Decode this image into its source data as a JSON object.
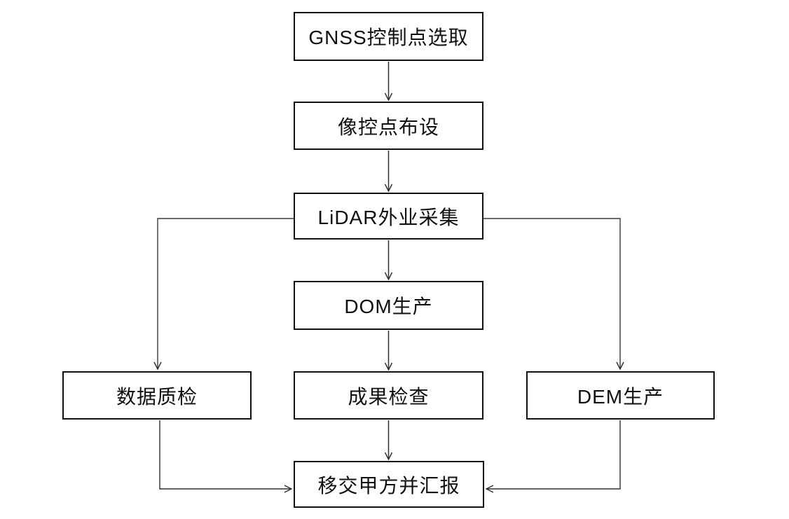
{
  "diagram": {
    "type": "flowchart",
    "background_color": "#ffffff",
    "node_border_color": "#111111",
    "node_fill_color": "#ffffff",
    "text_color": "#111111",
    "connector_color": "#3a3a3a",
    "nodes": [
      {
        "id": "gnss-control-point-selection",
        "label": "GNSS控制点选取"
      },
      {
        "id": "image-control-point-layout",
        "label": "像控点布设"
      },
      {
        "id": "lidar-field-collection",
        "label": "LiDAR外业采集"
      },
      {
        "id": "dom-production",
        "label": "DOM生产"
      },
      {
        "id": "data-quality-check",
        "label": "数据质检"
      },
      {
        "id": "result-inspection",
        "label": "成果检查"
      },
      {
        "id": "dem-production",
        "label": "DEM生产"
      },
      {
        "id": "handover-to-client-and-report",
        "label": "移交甲方并汇报"
      }
    ],
    "edges": [
      {
        "from": "GNSS控制点选取",
        "to": "像控点布设"
      },
      {
        "from": "像控点布设",
        "to": "LiDAR外业采集"
      },
      {
        "from": "LiDAR外业采集",
        "to": "DOM生产"
      },
      {
        "from": "LiDAR外业采集",
        "to": "数据质检"
      },
      {
        "from": "LiDAR外业采集",
        "to": "DEM生产"
      },
      {
        "from": "DOM生产",
        "to": "成果检查"
      },
      {
        "from": "成果检查",
        "to": "移交甲方并汇报"
      },
      {
        "from": "数据质检",
        "to": "移交甲方并汇报"
      },
      {
        "from": "DEM生产",
        "to": "移交甲方并汇报"
      }
    ]
  }
}
